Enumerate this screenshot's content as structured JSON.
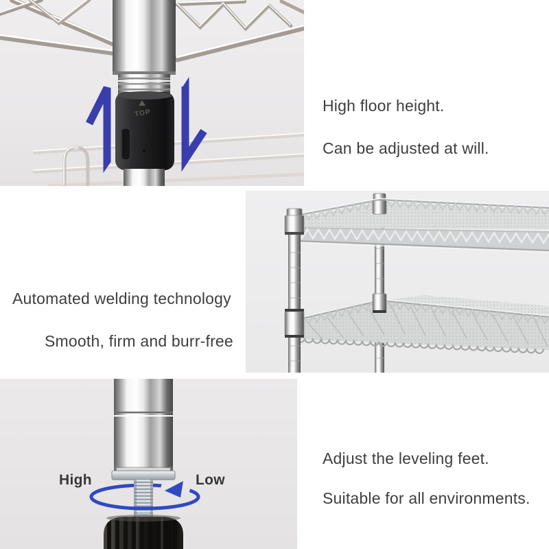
{
  "captions": {
    "top_right": {
      "line1": "High floor height.",
      "line2": "Can be adjusted at will."
    },
    "middle_left": {
      "line1": "Automated welding technology",
      "line2": "Smooth, firm and burr-free"
    },
    "bottom_right": {
      "line1": "Adjust the leveling feet.",
      "line2": "Suitable for all environments."
    }
  },
  "photo_adjuster": {
    "collar_label": "TOP"
  },
  "photo_foot": {
    "label_high": "High",
    "label_low": "Low"
  },
  "colors": {
    "arrow_blue": "#383eae",
    "rotation_arrow_blue": "#2f49c3",
    "caption_text": "#3e3e3e",
    "photo_bg": "#eae8e9"
  }
}
